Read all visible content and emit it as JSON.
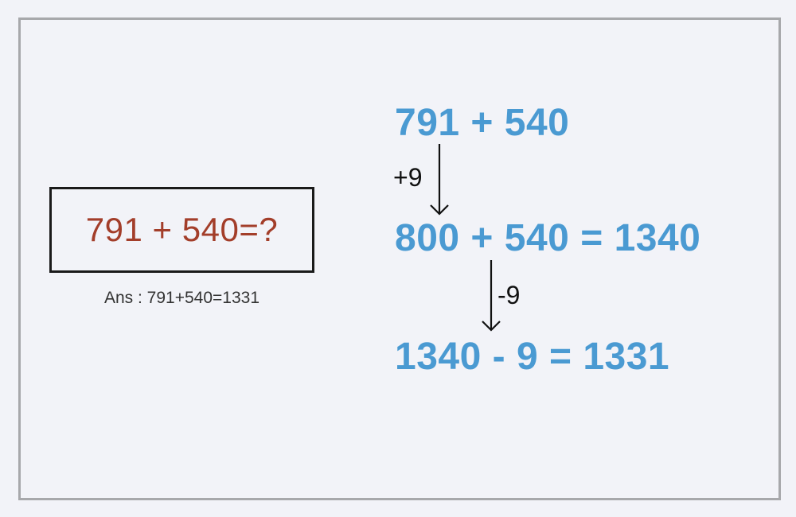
{
  "question": {
    "text": "791 + 540=?",
    "color": "#a33e2a",
    "answer": "Ans : 791+540=1331"
  },
  "steps": [
    {
      "text": "791 + 540"
    },
    {
      "text": "800 + 540 = 1340"
    },
    {
      "text": "1340 - 9 = 1331"
    }
  ],
  "arrows": [
    {
      "label": "+9",
      "icon": "down-arrow-icon"
    },
    {
      "label": "-9",
      "icon": "down-arrow-icon"
    }
  ],
  "colors": {
    "steps": "#4a9ad2",
    "frame_border": "#a7a8ab",
    "background": "#f2f3f8"
  }
}
